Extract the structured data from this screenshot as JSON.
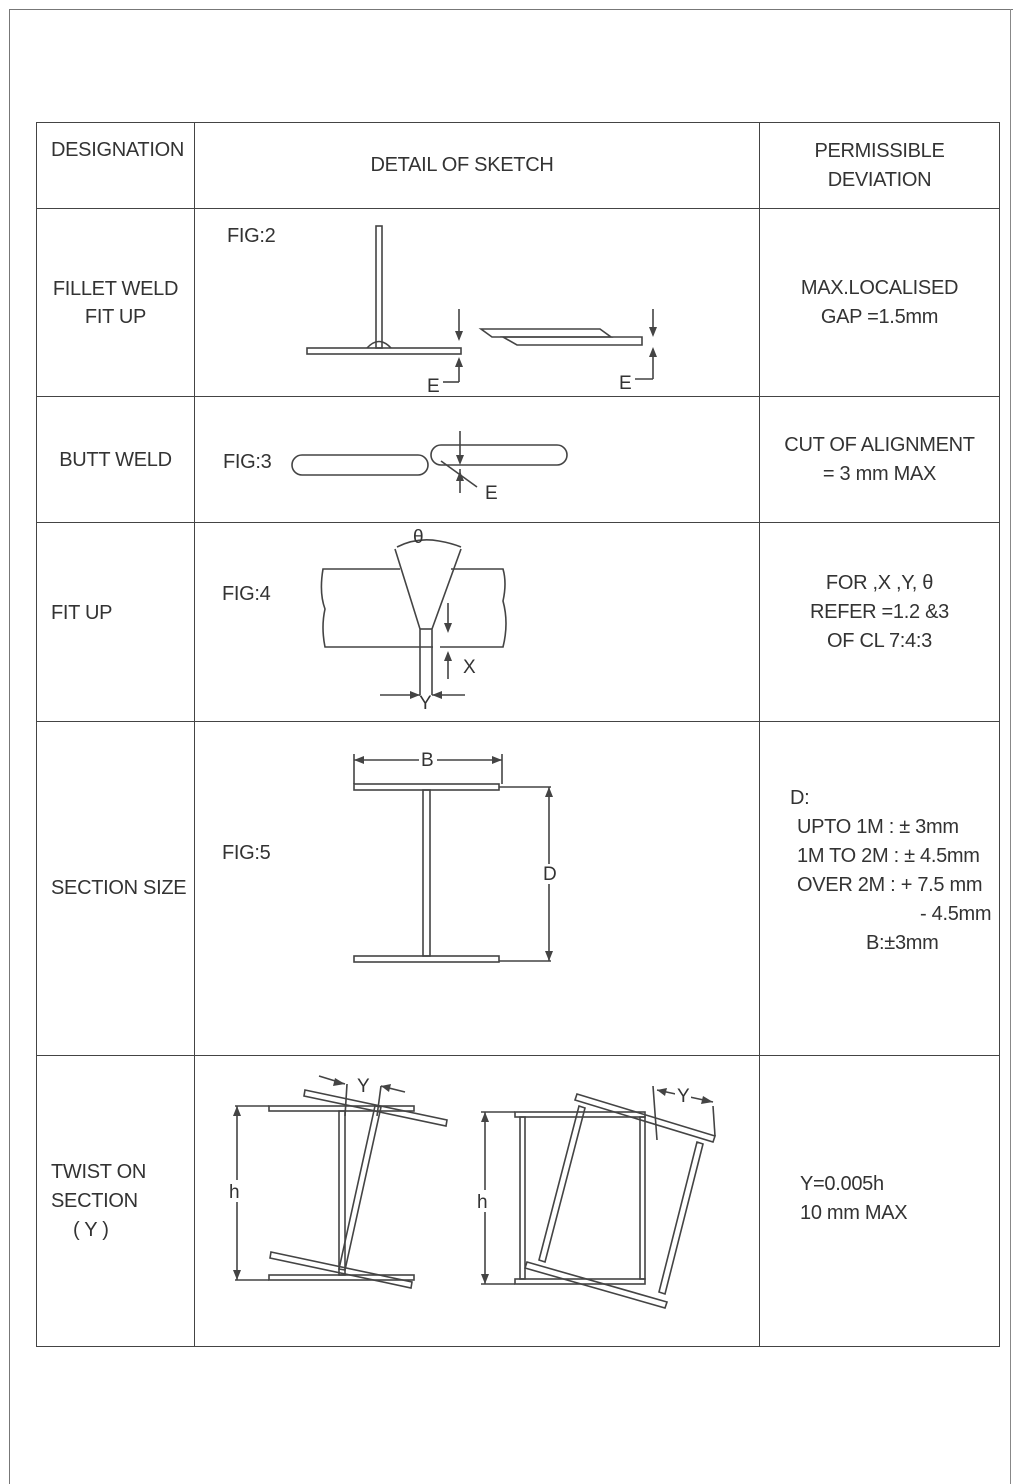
{
  "headers": {
    "designation": "DESIGNATION",
    "detail": "DETAIL OF SKETCH",
    "deviation_line1": "PERMISSIBLE",
    "deviation_line2": "DEVIATION"
  },
  "rows": [
    {
      "designation": [
        "FILLET WELD",
        "FIT UP"
      ],
      "fig": "FIG:2",
      "labels": {
        "e1": "E",
        "e2": "E"
      },
      "deviation": [
        "MAX.LOCALISED",
        "GAP =1.5mm"
      ]
    },
    {
      "designation": [
        "BUTT WELD"
      ],
      "fig": "FIG:3",
      "labels": {
        "e": "E"
      },
      "deviation": [
        "CUT OF ALIGNMENT",
        "= 3 mm MAX"
      ]
    },
    {
      "designation": [
        "FIT UP"
      ],
      "fig": "FIG:4",
      "labels": {
        "theta": "θ",
        "x": "X",
        "y": "Y"
      },
      "deviation": [
        "FOR ,X ,Y, θ",
        "REFER =1.2 &3",
        "OF CL 7:4:3"
      ]
    },
    {
      "designation": [
        "SECTION SIZE"
      ],
      "fig": "FIG:5",
      "labels": {
        "b": "B",
        "d": "D"
      },
      "deviation": [
        "D:",
        "UPTO  1M : ± 3mm",
        "1M TO 2M : ± 4.5mm",
        "OVER 2M  : + 7.5 mm",
        "- 4.5mm",
        "B:±3mm"
      ]
    },
    {
      "designation": [
        "TWIST ON",
        "SECTION",
        "( Y )"
      ],
      "fig": "",
      "labels": {
        "y1": "Y",
        "y2": "Y",
        "h1": "h",
        "h2": "h"
      },
      "deviation": [
        "Y=0.005h",
        "10 mm MAX"
      ]
    }
  ]
}
